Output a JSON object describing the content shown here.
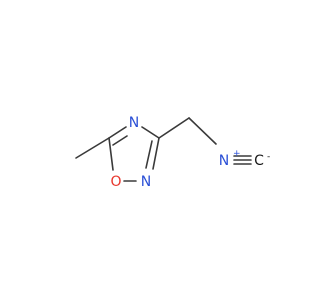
{
  "molecule": {
    "atoms": {
      "n_ring_top": "N",
      "n_ring_bottom": "N",
      "o_ring": "O",
      "n_isocyanide": "N",
      "c_isocyanide": "C"
    },
    "charges": {
      "n_isocyanide": "+",
      "c_isocyanide": "-"
    },
    "colors": {
      "bond": "#3a3a3a",
      "nitrogen": "#2a4fd6",
      "oxygen": "#e8352b",
      "carbon": "#1a1a1a"
    }
  }
}
